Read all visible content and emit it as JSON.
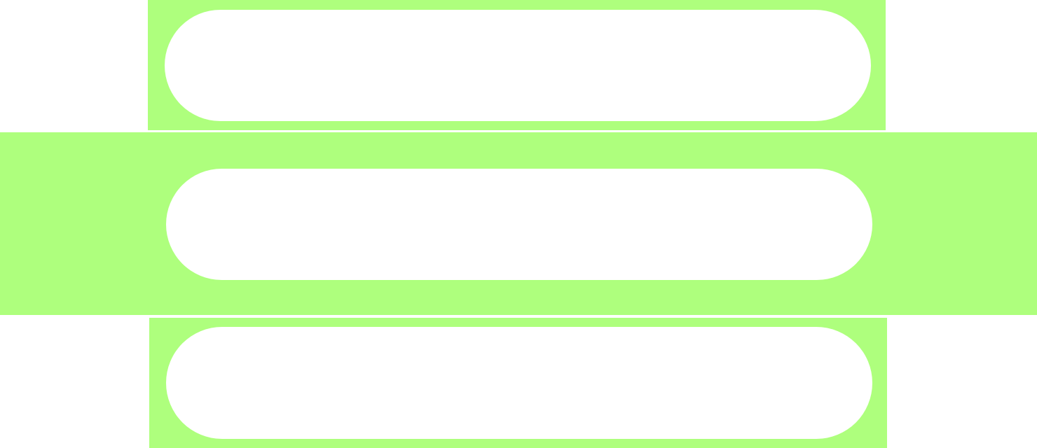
{
  "theme": {
    "panel_color": "#aeff7d",
    "pill_color": "#ffffff",
    "background": "#ffffff"
  },
  "panels": [
    {
      "id": "top",
      "label": ""
    },
    {
      "id": "middle",
      "label": ""
    },
    {
      "id": "bottom",
      "label": ""
    }
  ]
}
